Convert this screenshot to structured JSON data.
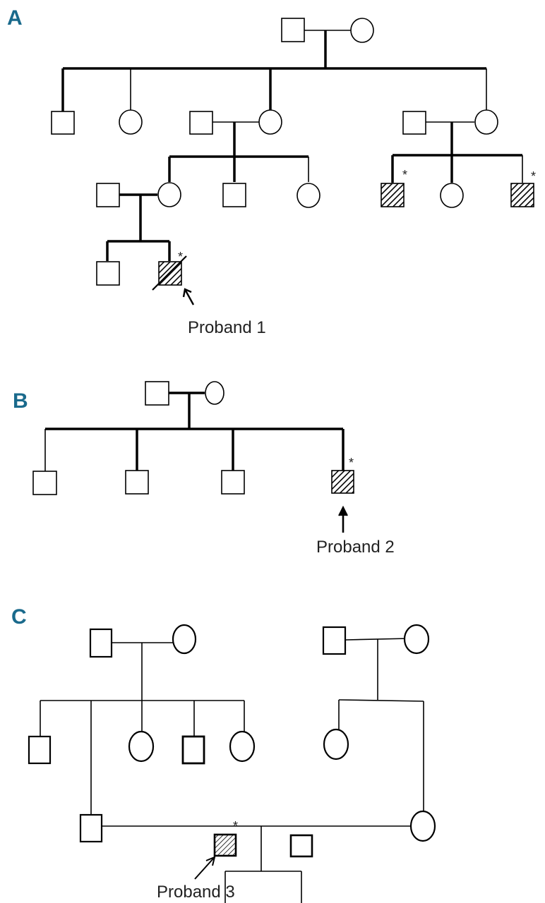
{
  "figure": {
    "panels": [
      {
        "id": "A",
        "label": "A",
        "proband_label": "Proband 1",
        "legend_symbols": {
          "affected": "hatched",
          "genotyped": "*",
          "deceased": "slash"
        },
        "members": [
          {
            "id": "A-I-1",
            "sex": "male",
            "generation": 1,
            "affected": false
          },
          {
            "id": "A-I-2",
            "sex": "female",
            "generation": 1,
            "affected": false
          },
          {
            "id": "A-II-1",
            "sex": "male",
            "generation": 2,
            "affected": false
          },
          {
            "id": "A-II-2",
            "sex": "female",
            "generation": 2,
            "affected": false
          },
          {
            "id": "A-II-3-spouse",
            "sex": "male",
            "generation": 2,
            "affected": false
          },
          {
            "id": "A-II-3",
            "sex": "female",
            "generation": 2,
            "affected": false
          },
          {
            "id": "A-II-4-spouse",
            "sex": "male",
            "generation": 2,
            "affected": false
          },
          {
            "id": "A-II-4",
            "sex": "female",
            "generation": 2,
            "affected": false
          },
          {
            "id": "A-III-1-spouse",
            "sex": "male",
            "generation": 3,
            "affected": false
          },
          {
            "id": "A-III-1",
            "sex": "female",
            "generation": 3,
            "affected": false
          },
          {
            "id": "A-III-2",
            "sex": "male",
            "generation": 3,
            "affected": false
          },
          {
            "id": "A-III-3",
            "sex": "female",
            "generation": 3,
            "affected": false
          },
          {
            "id": "A-III-4",
            "sex": "male",
            "generation": 3,
            "affected": true,
            "asterisk": "*"
          },
          {
            "id": "A-III-5",
            "sex": "female",
            "generation": 3,
            "affected": false
          },
          {
            "id": "A-III-6",
            "sex": "male",
            "generation": 3,
            "affected": true,
            "asterisk": "*"
          },
          {
            "id": "A-IV-1",
            "sex": "male",
            "generation": 4,
            "affected": false
          },
          {
            "id": "A-IV-2",
            "sex": "male",
            "generation": 4,
            "affected": true,
            "deceased": true,
            "proband": true,
            "asterisk": "*"
          }
        ]
      },
      {
        "id": "B",
        "label": "B",
        "proband_label": "Proband 2",
        "members": [
          {
            "id": "B-I-1",
            "sex": "male",
            "generation": 1,
            "affected": false
          },
          {
            "id": "B-I-2",
            "sex": "female",
            "generation": 1,
            "affected": false
          },
          {
            "id": "B-II-1",
            "sex": "male",
            "generation": 2,
            "affected": false
          },
          {
            "id": "B-II-2",
            "sex": "male",
            "generation": 2,
            "affected": false
          },
          {
            "id": "B-II-3",
            "sex": "male",
            "generation": 2,
            "affected": false
          },
          {
            "id": "B-II-4",
            "sex": "male",
            "generation": 2,
            "affected": true,
            "proband": true,
            "asterisk": "*"
          }
        ]
      },
      {
        "id": "C",
        "label": "C",
        "proband_label": "Proband 3",
        "members": [
          {
            "id": "C-I-1",
            "sex": "male",
            "generation": 1,
            "affected": false
          },
          {
            "id": "C-I-2",
            "sex": "female",
            "generation": 1,
            "affected": false
          },
          {
            "id": "C-I-3",
            "sex": "male",
            "generation": 1,
            "affected": false
          },
          {
            "id": "C-I-4",
            "sex": "female",
            "generation": 1,
            "affected": false
          },
          {
            "id": "C-II-1",
            "sex": "male",
            "generation": 2,
            "affected": false
          },
          {
            "id": "C-II-2",
            "sex": "male",
            "generation": 2,
            "affected": false
          },
          {
            "id": "C-II-3",
            "sex": "female",
            "generation": 2,
            "affected": false
          },
          {
            "id": "C-II-4",
            "sex": "male",
            "generation": 2,
            "affected": false
          },
          {
            "id": "C-II-5",
            "sex": "female",
            "generation": 2,
            "affected": false
          },
          {
            "id": "C-II-6",
            "sex": "female",
            "generation": 2,
            "affected": false
          },
          {
            "id": "C-II-7",
            "sex": "female",
            "generation": 2,
            "affected": false
          },
          {
            "id": "C-III-1",
            "sex": "male",
            "generation": 3,
            "affected": true,
            "proband": true,
            "asterisk": "*"
          },
          {
            "id": "C-III-2",
            "sex": "male",
            "generation": 3,
            "affected": false
          }
        ]
      }
    ]
  }
}
